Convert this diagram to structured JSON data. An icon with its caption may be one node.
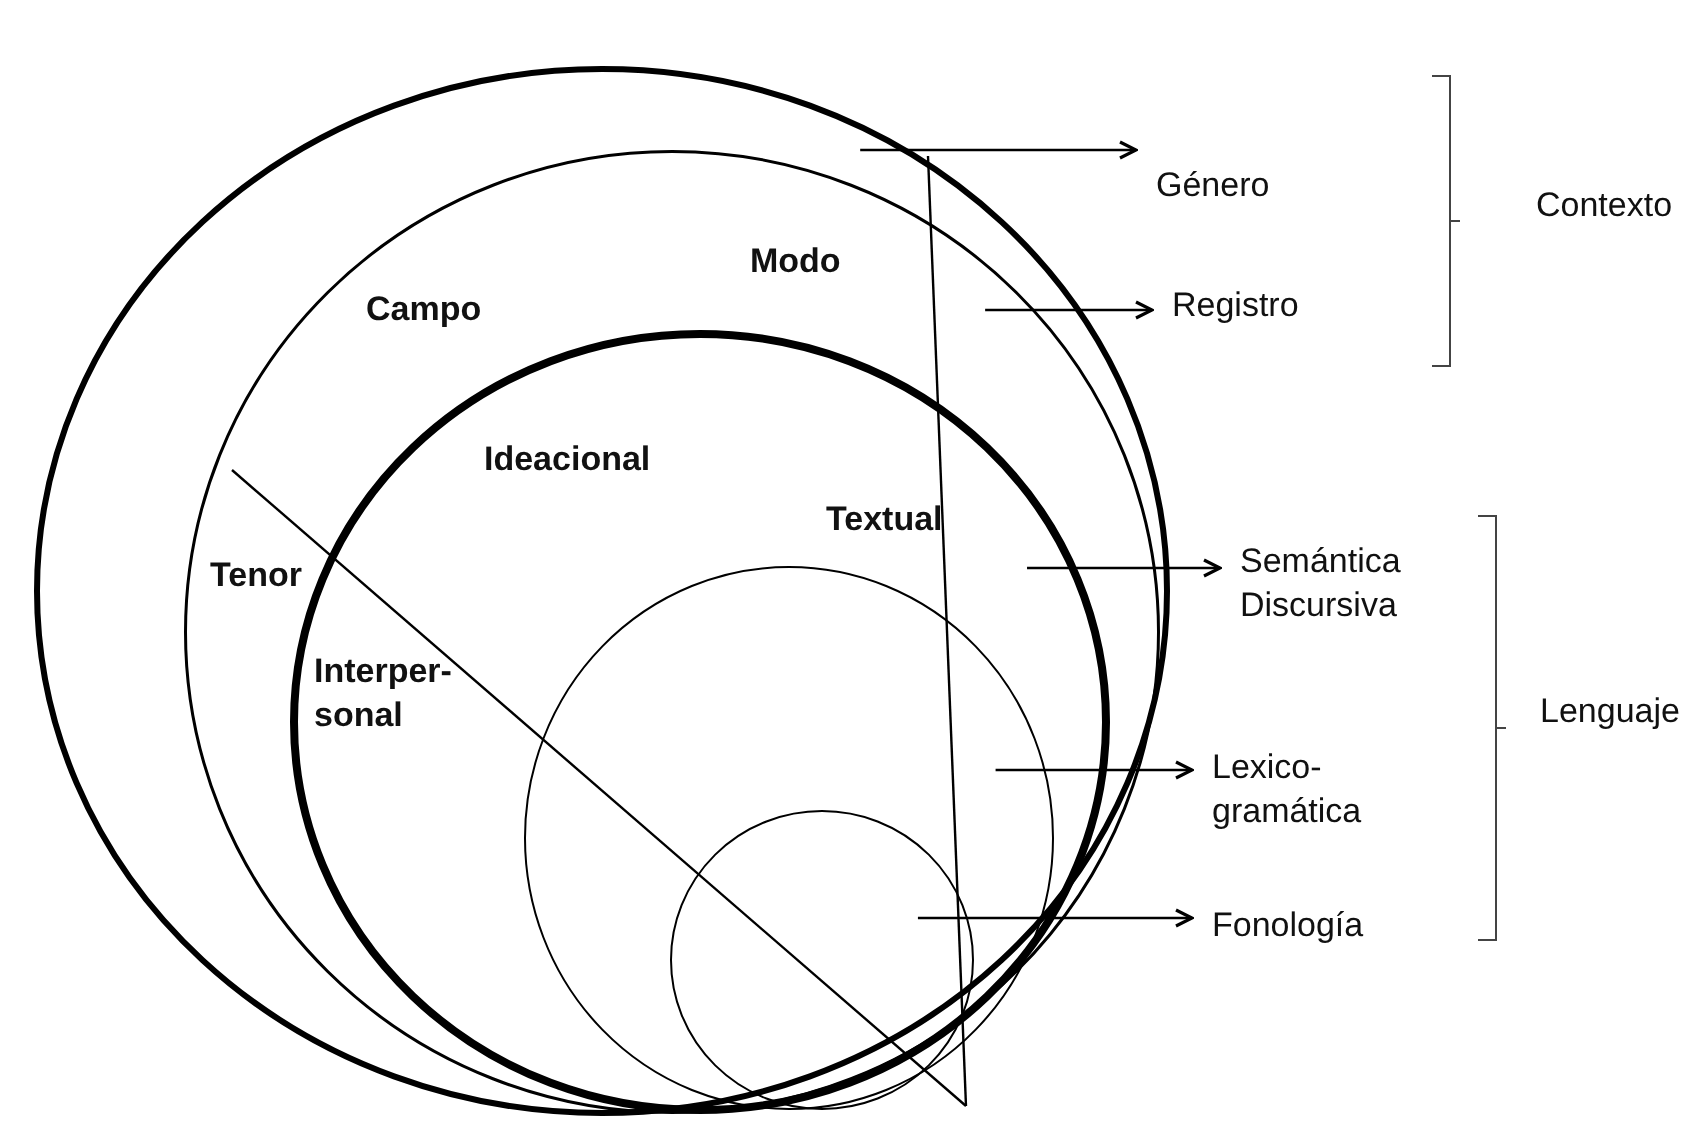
{
  "diagram": {
    "nodes": [
      {
        "text": [],
        "shape": "circle"
      },
      {
        "text": [
          "Campo",
          "Modo",
          "Tenor"
        ],
        "in": 0
      },
      {
        "text": [
          "Ideacional",
          "Textual",
          "Interper- sonal"
        ],
        "in": 1
      },
      {
        "text": [],
        "shape": "circle",
        "in": 2
      },
      {
        "text": [],
        "shape": "circle",
        "in": 3
      },
      {
        "text": [
          "Género"
        ]
      },
      {
        "text": [
          "Registro"
        ]
      },
      {
        "text": [
          "Semántica Discursiva"
        ]
      },
      {
        "text": [
          "Lexico- gramática"
        ]
      },
      {
        "text": [
          "Fonología"
        ]
      }
    ],
    "edges": [
      {
        "from": 0,
        "to": 5,
        "arrow": "to"
      },
      {
        "from": 1,
        "to": 6,
        "arrow": "to"
      },
      {
        "from": 2,
        "to": 7,
        "arrow": "to"
      },
      {
        "from": 3,
        "to": 8,
        "arrow": "to"
      },
      {
        "from": 4,
        "to": 9,
        "arrow": "to"
      }
    ],
    "labels": [
      "Contexto",
      "Lenguaje"
    ]
  }
}
